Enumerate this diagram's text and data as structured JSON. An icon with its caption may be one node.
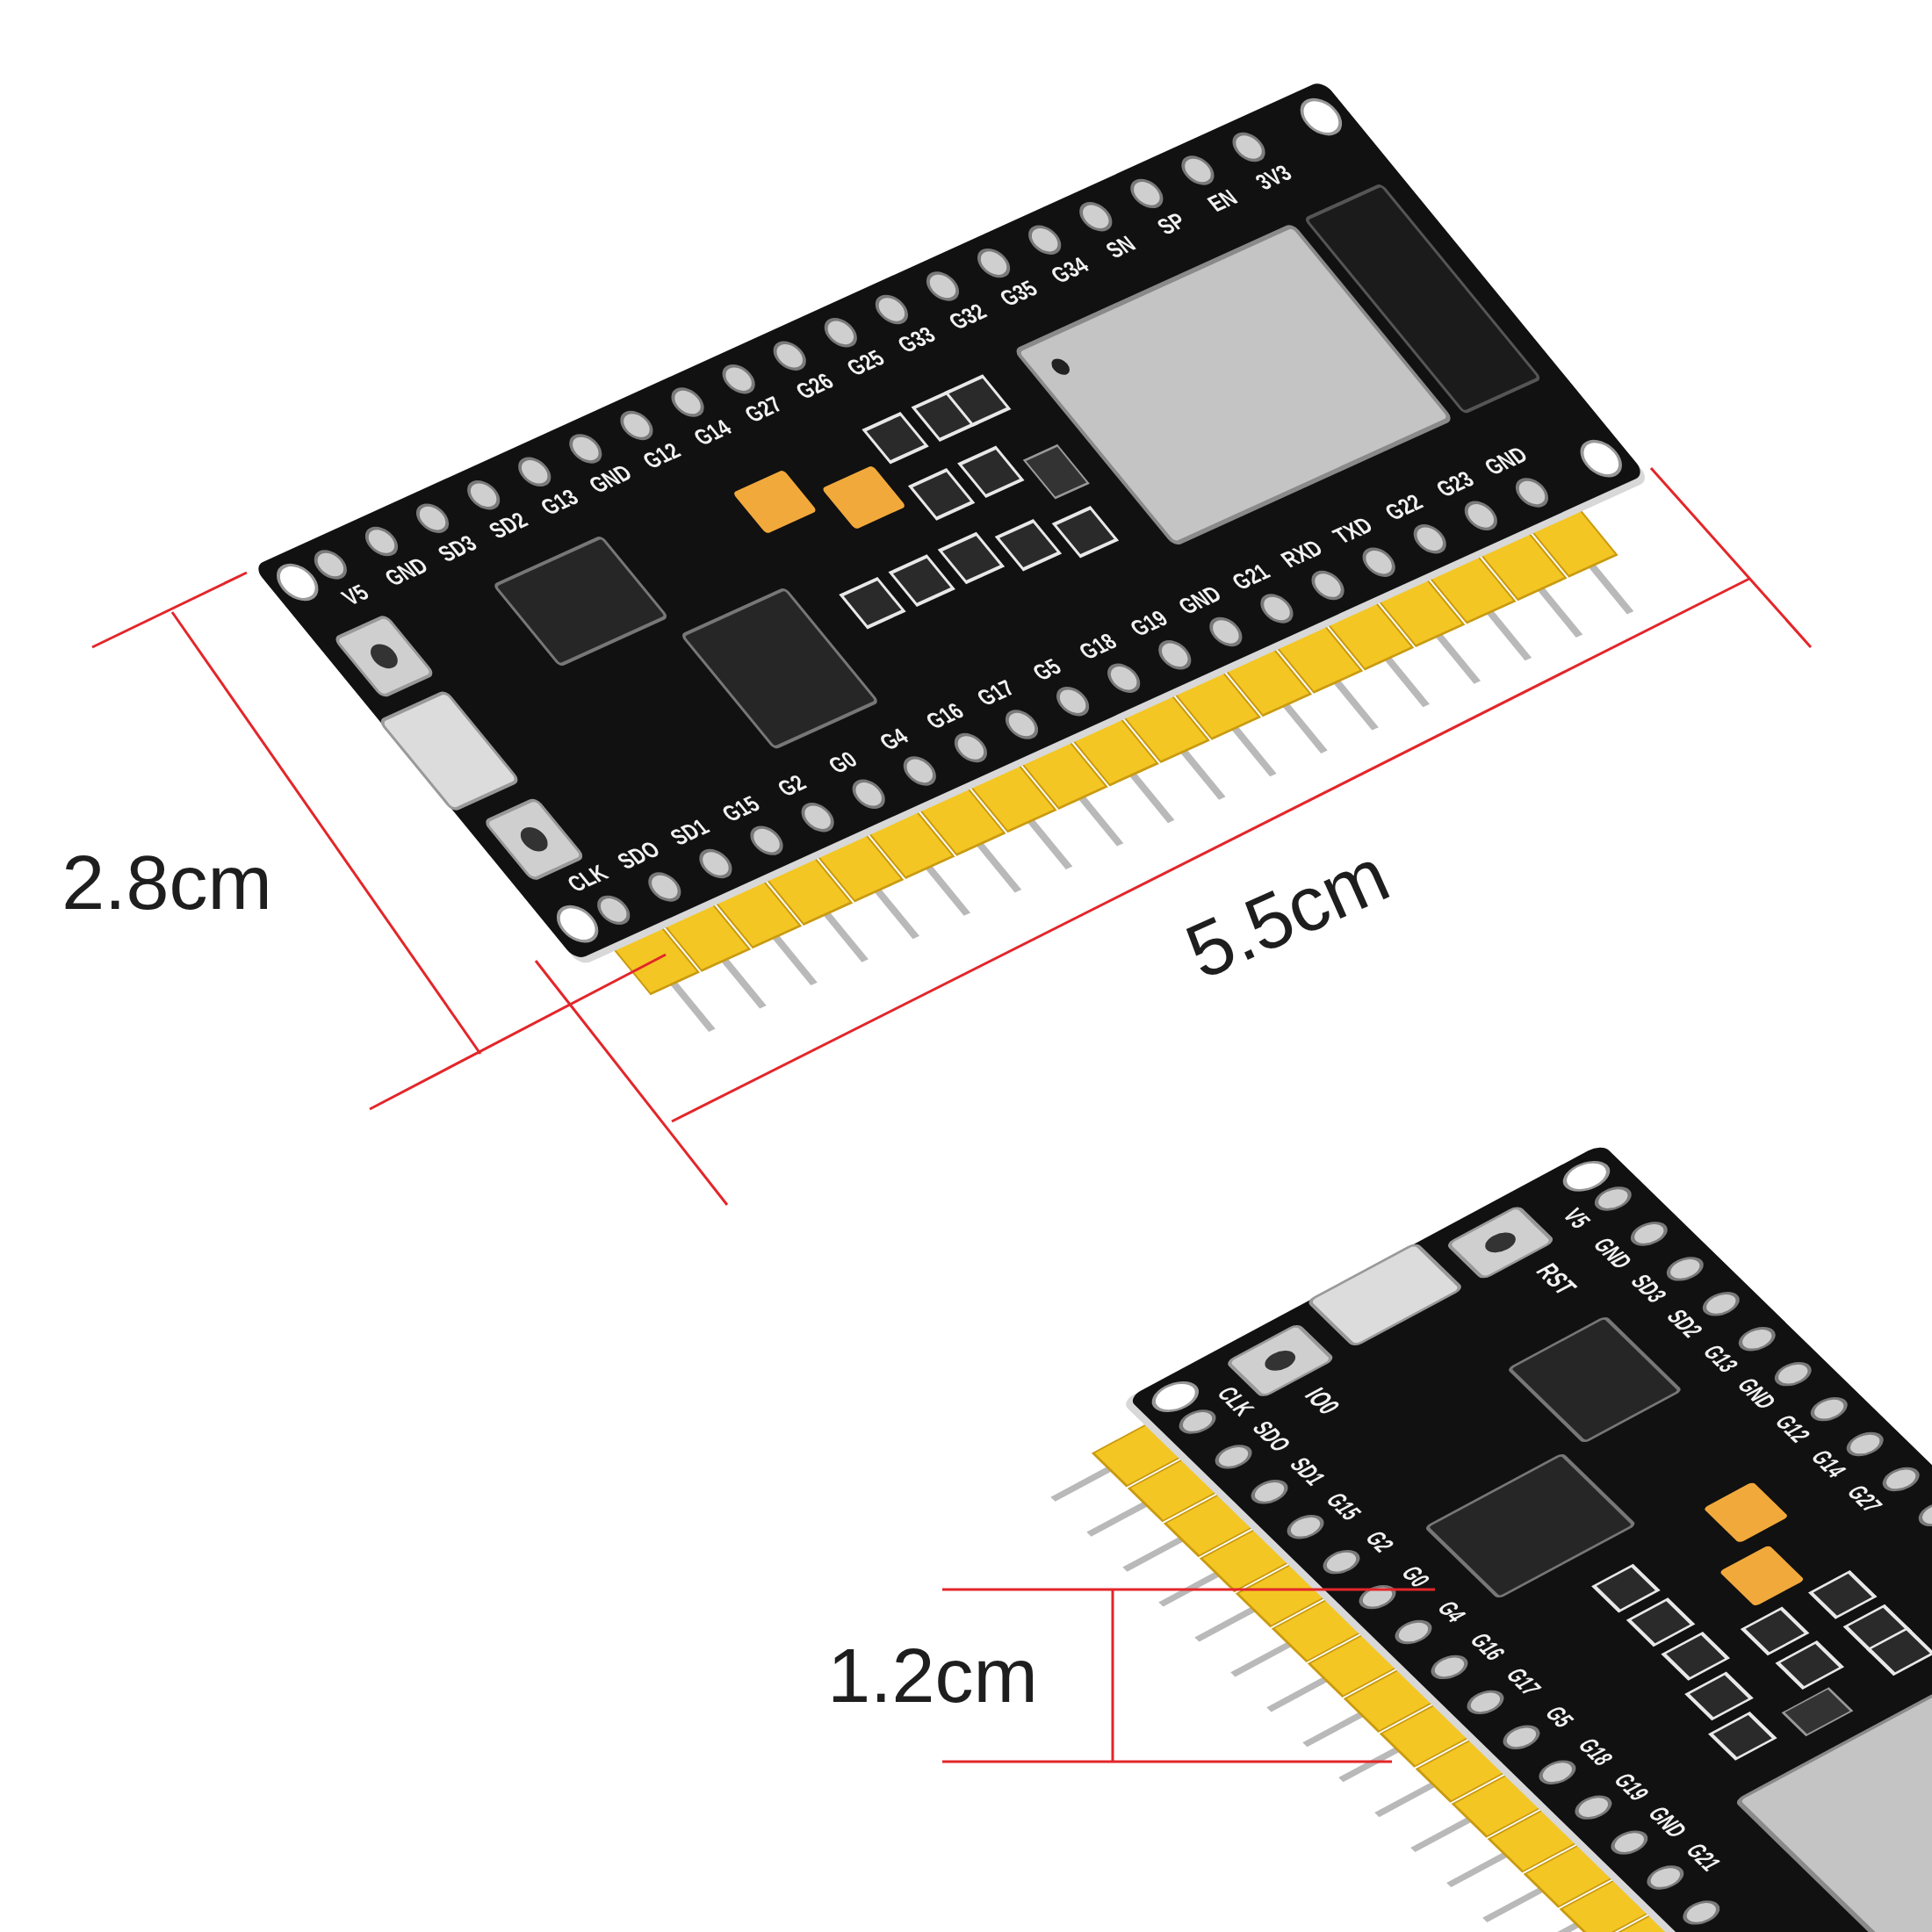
{
  "diagram": {
    "labels": [
      "V5",
      "GND",
      "SD3",
      "SD2",
      "G13",
      "GND",
      "G12",
      "G14",
      "G27",
      "G26",
      "G25",
      "G33",
      "G32",
      "G35",
      "G34",
      "SN",
      "SP",
      "EN",
      "3V3",
      "CLK",
      "SDO",
      "SD1",
      "G15",
      "G2",
      "G0",
      "G4",
      "G16",
      "G17",
      "G5",
      "G18",
      "G19",
      "GND",
      "G21",
      "RXD",
      "TXD",
      "G22",
      "G23",
      "GND",
      "2.8cm",
      "5.5cm",
      "V5",
      "GND",
      "SD3",
      "SD2",
      "G13",
      "GND",
      "G12",
      "G14",
      "G27",
      "RST",
      "IO0",
      "CLK",
      "SDO",
      "SD1",
      "G15",
      "G2",
      "G0",
      "G4",
      "G16",
      "G17",
      "G5",
      "G18",
      "G19",
      "GND",
      "G21",
      "1.2cm"
    ]
  }
}
